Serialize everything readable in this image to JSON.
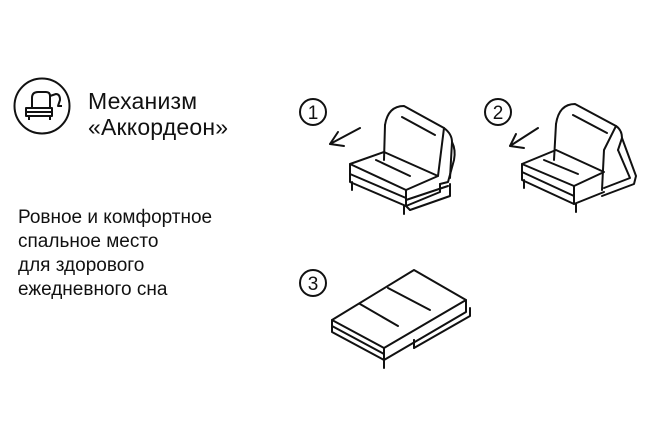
{
  "title": {
    "line1": "Механизм",
    "line2": "«Аккордеон»"
  },
  "description": [
    "Ровное и комфортное",
    "спальное место",
    "для здорового",
    "ежедневного сна"
  ],
  "steps": [
    "1",
    "2",
    "3"
  ],
  "colors": {
    "stroke": "#111111",
    "background": "#ffffff"
  },
  "icons": [
    "accordion-sofa-logo-icon",
    "arrow-left-icon"
  ]
}
